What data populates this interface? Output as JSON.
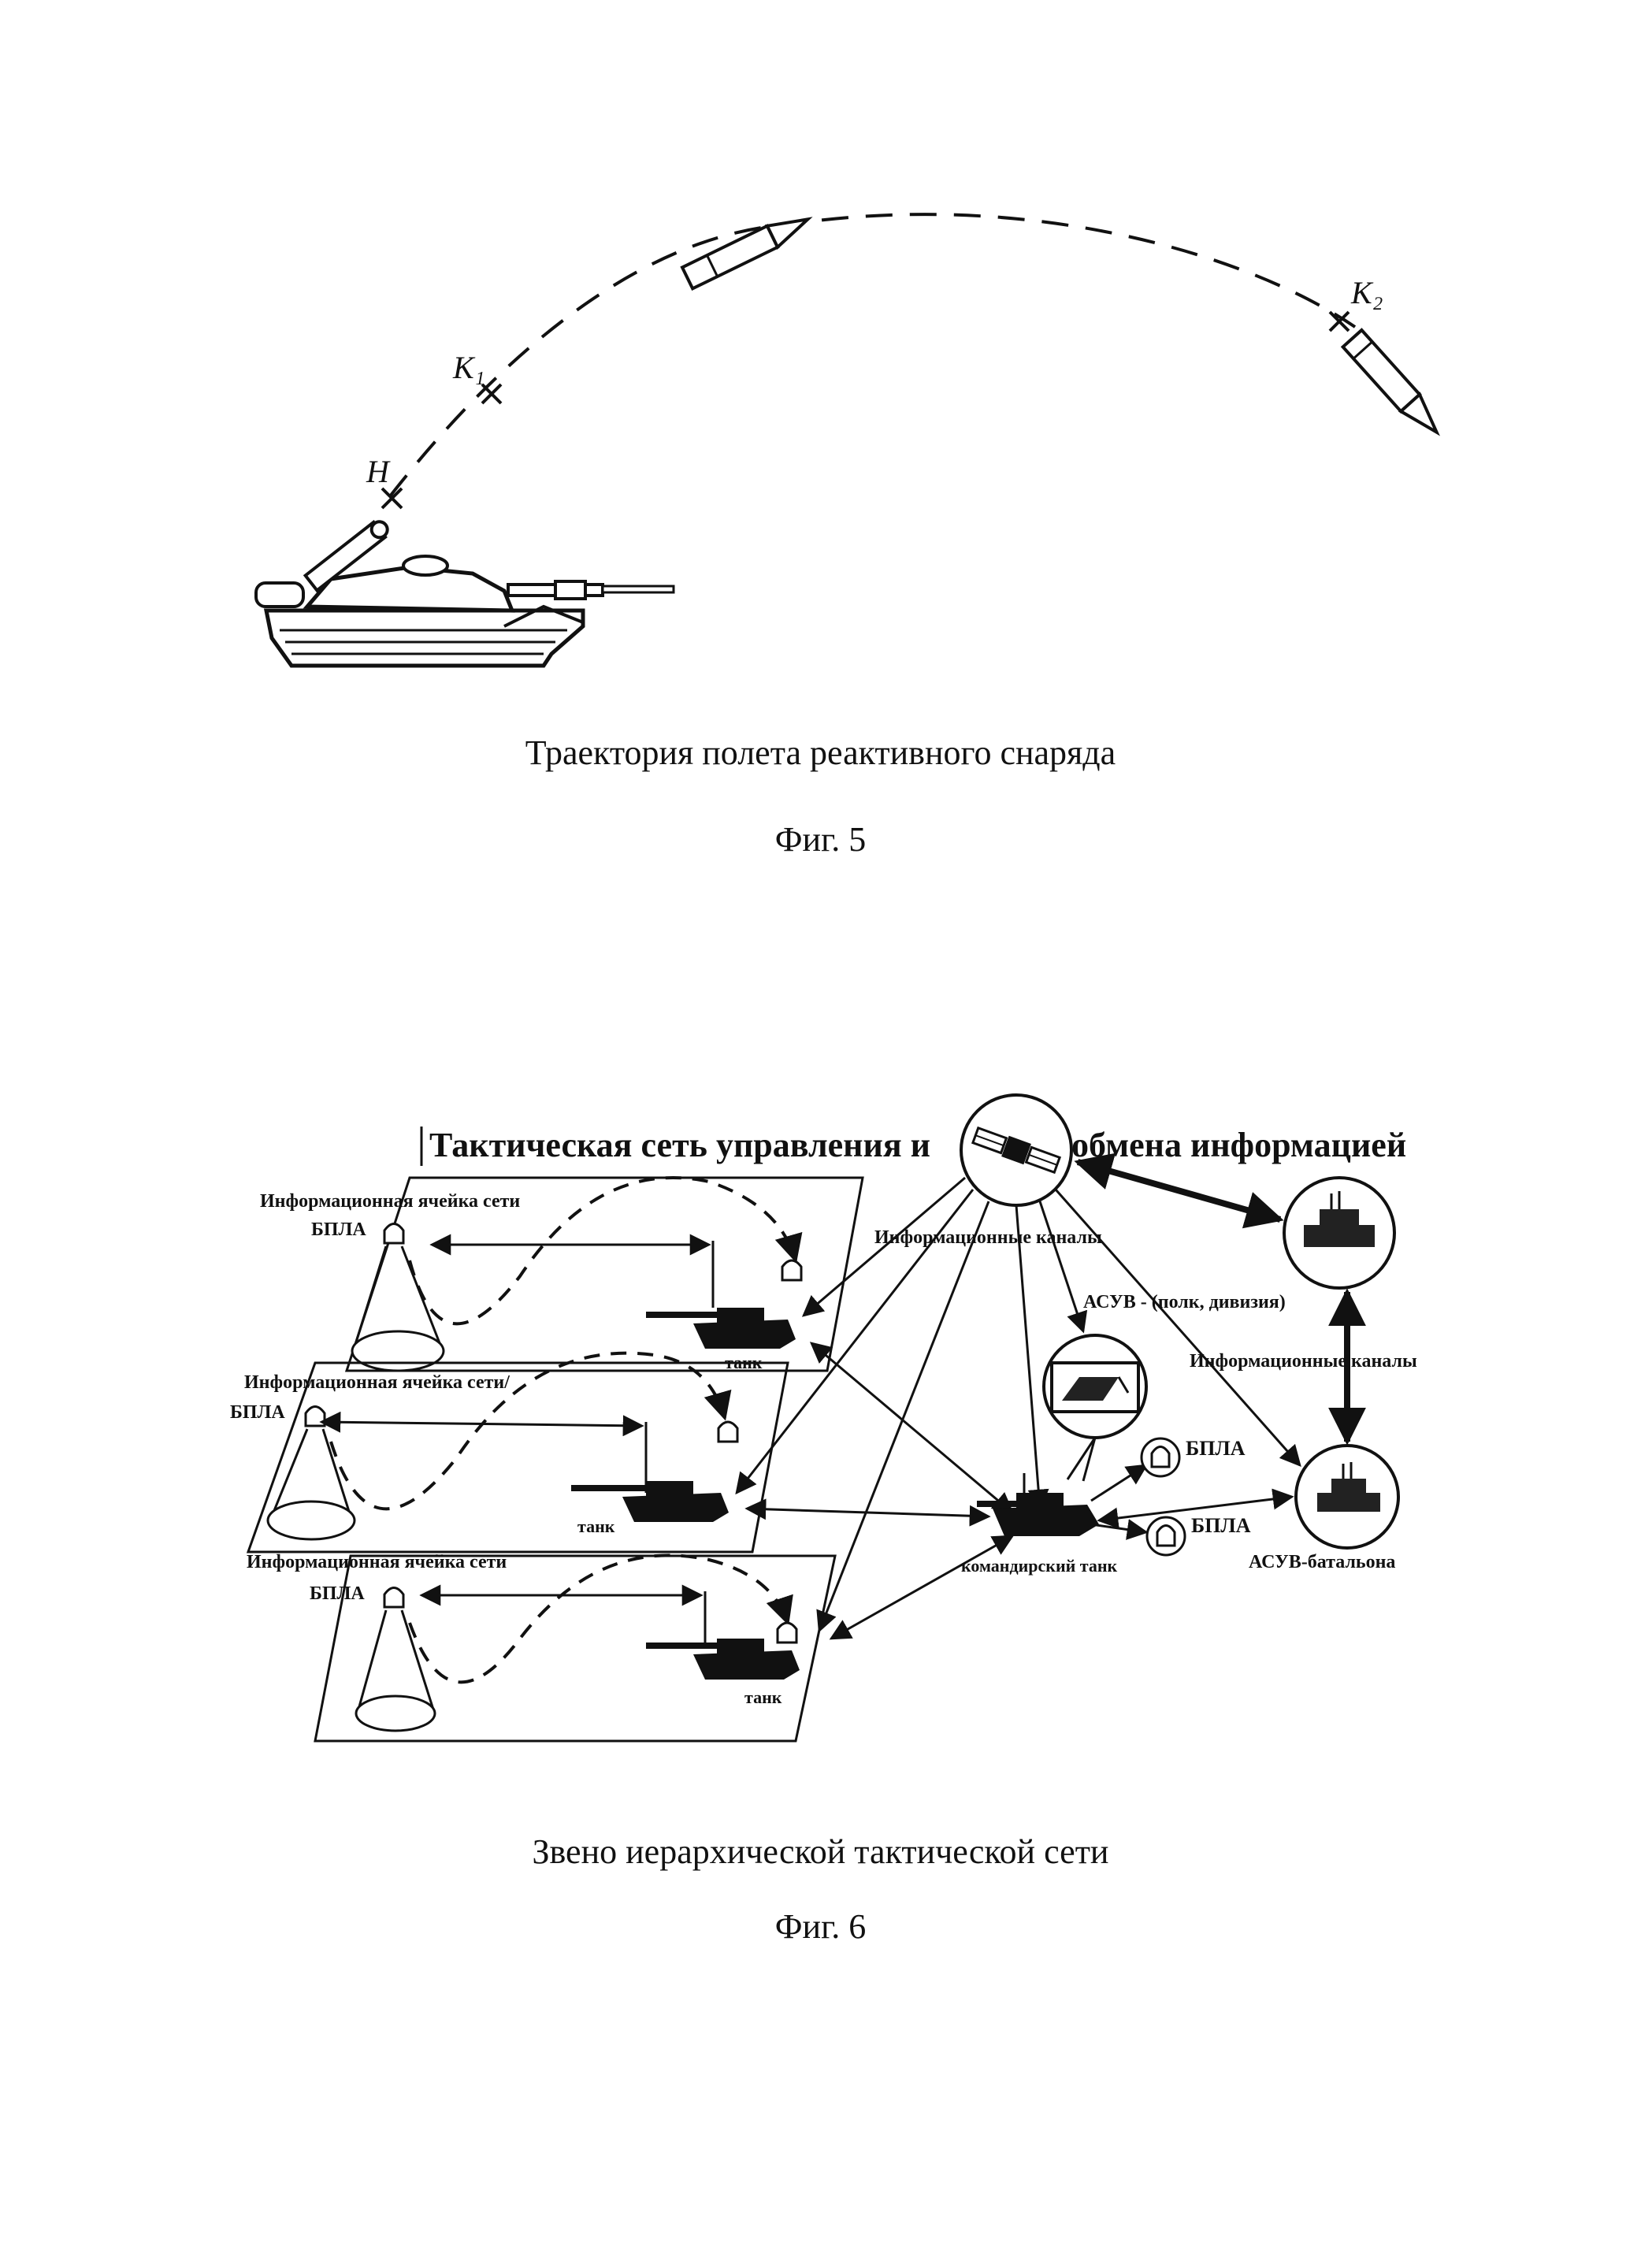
{
  "figure5": {
    "points": {
      "start": "H",
      "k1": "K₁",
      "k2": "K₂"
    },
    "caption": "Траектория полета реактивного снаряда",
    "number": "Фиг. 5"
  },
  "figure6": {
    "title_left": "Тактическая сеть управления и",
    "title_right": "обмена информацией",
    "cells": [
      {
        "cell_label": "Информационная ячейка сети",
        "uav_label": "БПЛА",
        "tank_label": "танк"
      },
      {
        "cell_label": "Информационная ячейка сети/",
        "uav_label": "БПЛА",
        "tank_label": "танк"
      },
      {
        "cell_label": "Информационная ячейка сети",
        "uav_label": "БПЛА",
        "tank_label": "танк"
      }
    ],
    "channels_top": "Информационные каналы",
    "channels_right": "Информационные каналы",
    "acsu_regiment": "АСУВ - (полк, дивизия)",
    "acsu_battalion": "АСУВ-батальона",
    "commander_tank": "командирский танк",
    "cmd_uav_1": "БПЛА",
    "cmd_uav_2": "БПЛА",
    "caption": "Звено иерархической тактической сети",
    "number": "Фиг. 6"
  }
}
